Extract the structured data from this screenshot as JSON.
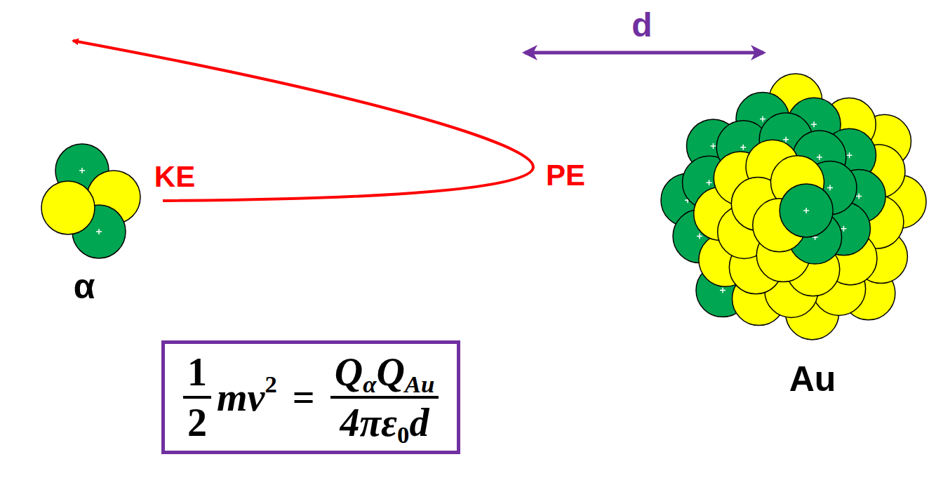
{
  "diagram": {
    "nodes": [
      {
        "text": [
          "1",
          "2",
          "mv",
          "2",
          "=",
          "Q",
          "α",
          "Q",
          "Au",
          "4πε",
          "0",
          "d"
        ]
      }
    ],
    "labels": [
      "d",
      "KE",
      "PE",
      "α",
      "Au"
    ]
  }
}
